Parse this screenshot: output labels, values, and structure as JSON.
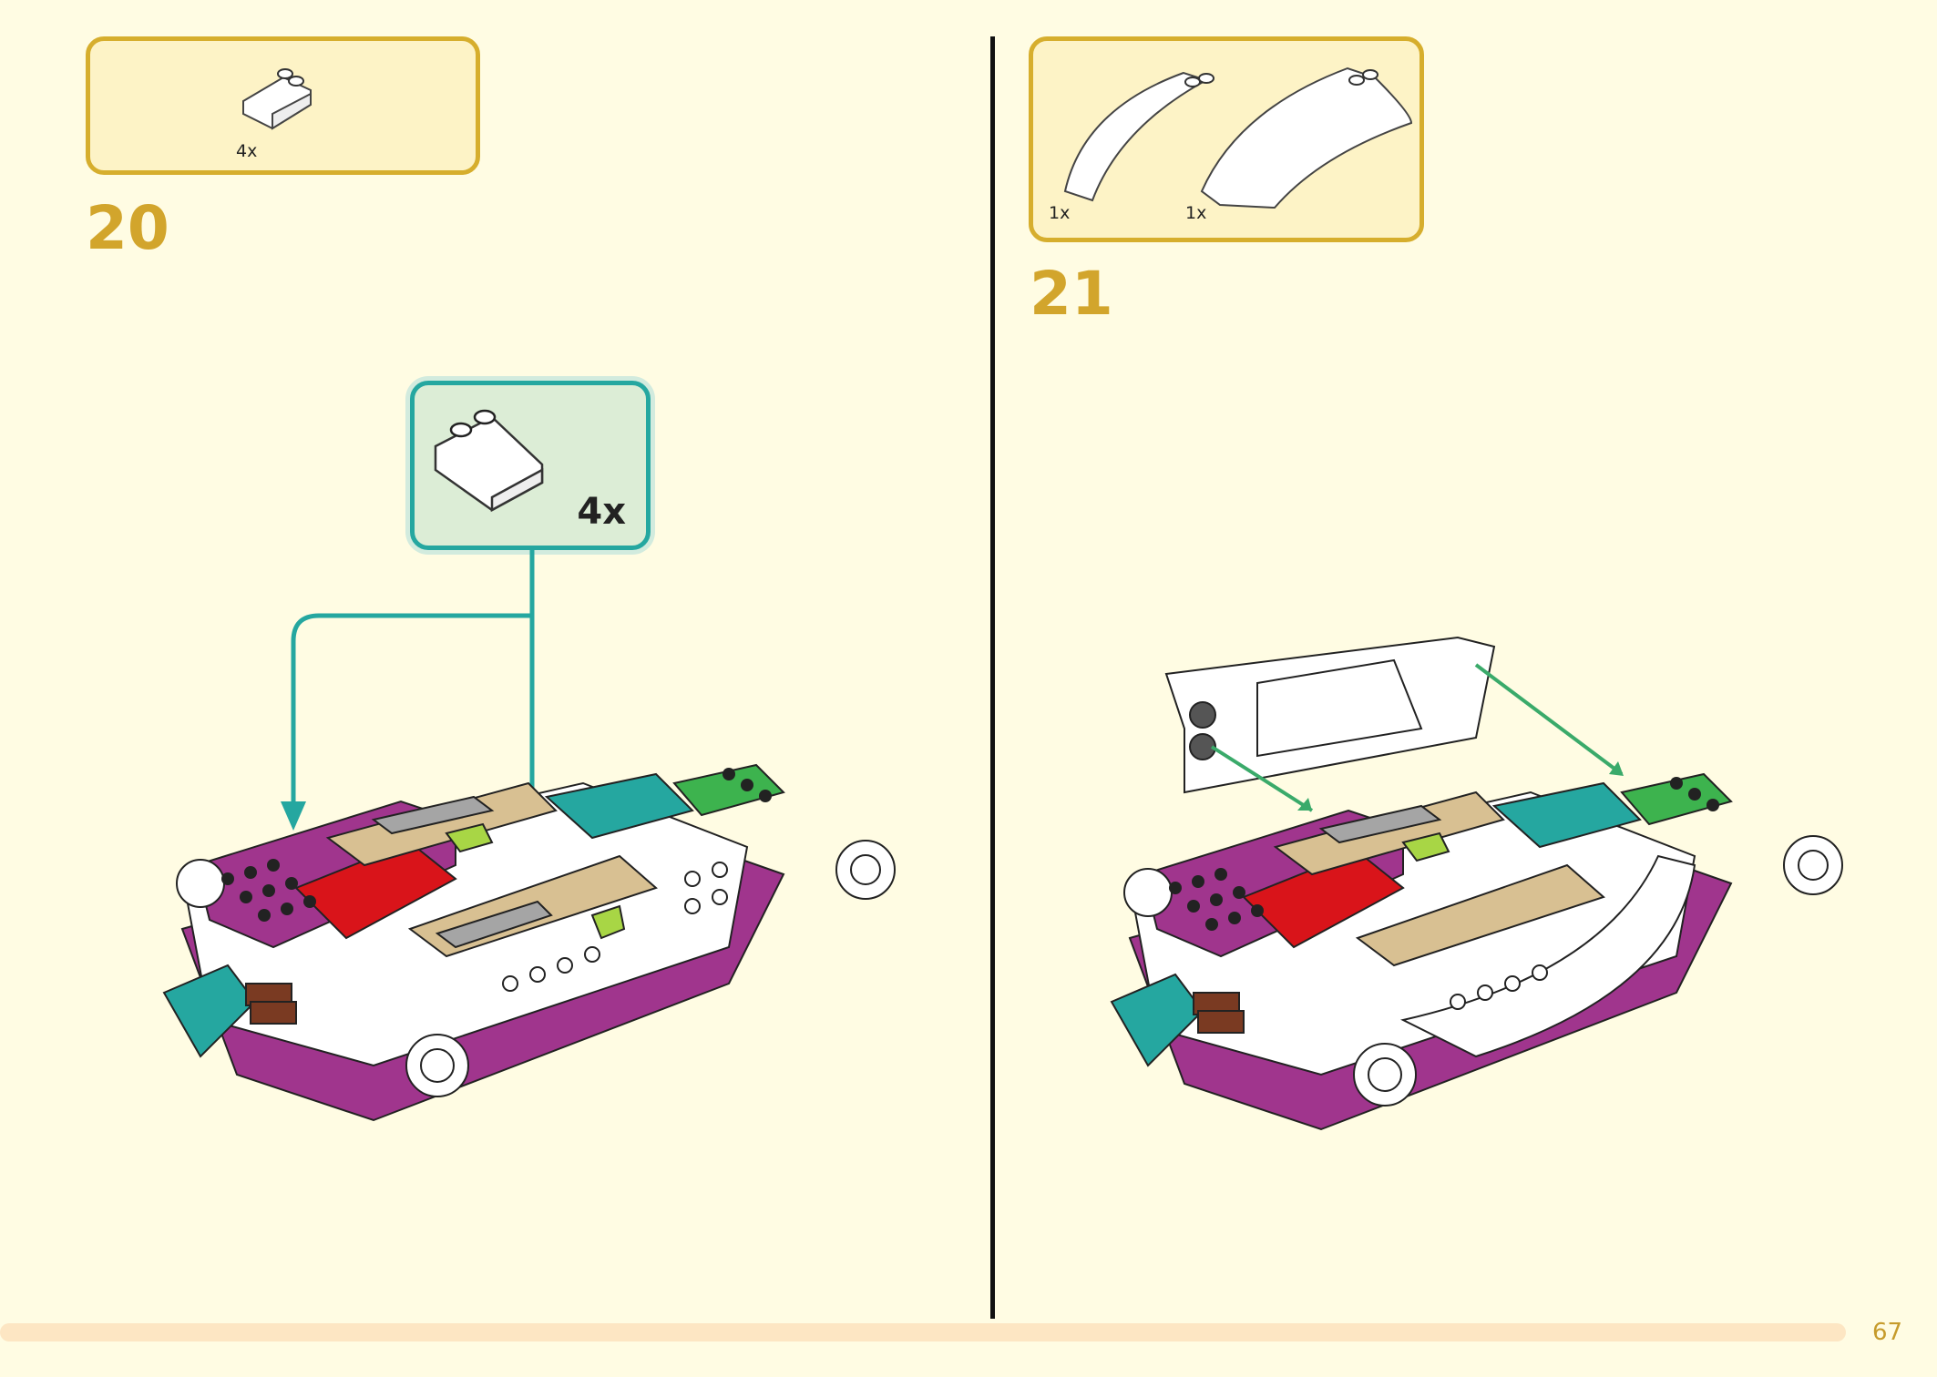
{
  "page_number": "67",
  "steps": [
    {
      "number": "20",
      "parts": [
        {
          "qty": "4x"
        }
      ],
      "callout_qty": "4x"
    },
    {
      "number": "21",
      "parts": [
        {
          "qty": "1x"
        },
        {
          "qty": "1x"
        }
      ]
    }
  ],
  "colors": {
    "background": "#fffce3",
    "parts_box": "#fdf3c6",
    "gold": "#d6ae2d",
    "teal": "#25a7a0",
    "green_arrow": "#3aaa6a",
    "magenta": "#a0358d",
    "red": "#d9141a",
    "tan": "#d8c092",
    "gray": "#a5a5a5",
    "lime": "#a8d645"
  },
  "icons": [
    "slope-brick-icon",
    "curved-slope-icon",
    "arrow-icon"
  ]
}
